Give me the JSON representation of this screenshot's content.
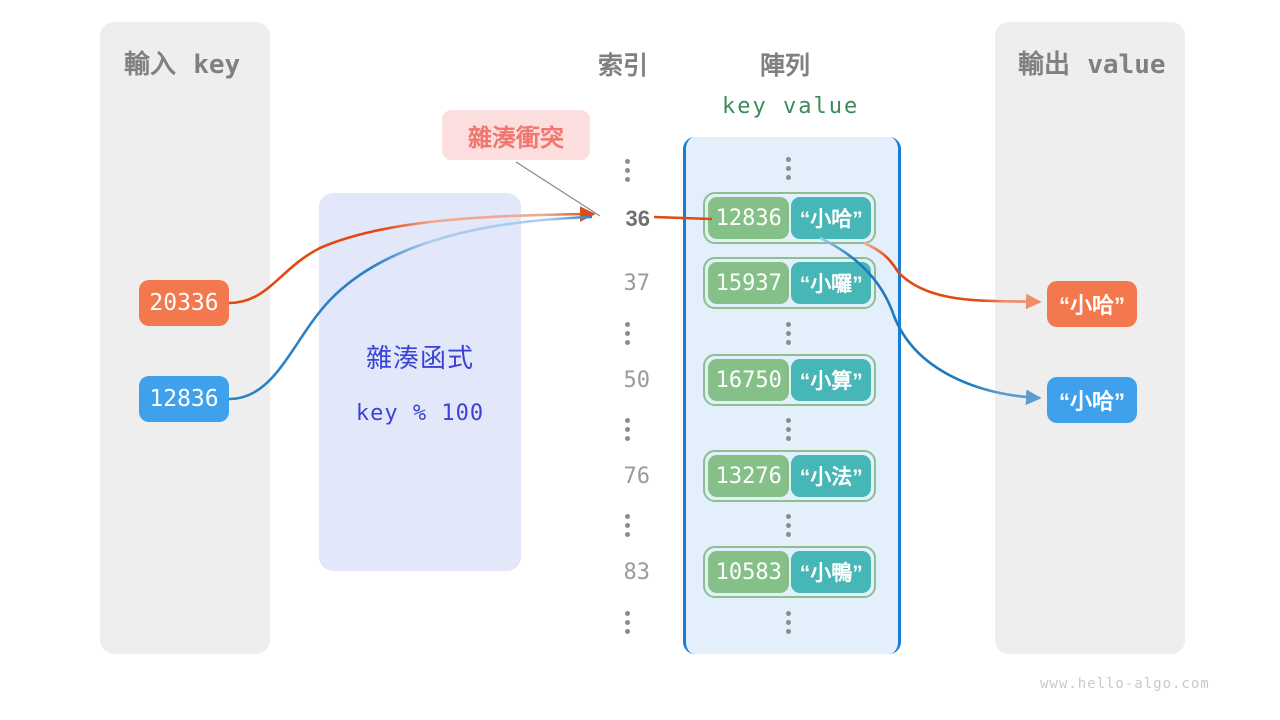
{
  "watermark": "www.hello-algo.com",
  "input_panel": {
    "title_cjk": "輸入",
    "title_mono": "key",
    "keys": [
      {
        "label": "20336",
        "color": "#f3784d"
      },
      {
        "label": "12836",
        "color": "#3fa0eb"
      }
    ]
  },
  "hash_function": {
    "title": "雜湊函式",
    "expression": "key % 100",
    "color": "#3b42d6",
    "background": "#e3e7fa"
  },
  "collision_label": {
    "text": "雜湊衝突",
    "color": "#f0766e",
    "background": "#fbdedd"
  },
  "array_section": {
    "index_header": "索引",
    "array_header": "陣列",
    "kv_header": "key  value",
    "kv_header_color": "#3c8a5a",
    "border_color": "#1a7fd4",
    "background": "#e3f0fb",
    "rows": [
      {
        "type": "gap"
      },
      {
        "type": "entry",
        "index": "36",
        "key": "12836",
        "value": "“小哈”",
        "highlight": true
      },
      {
        "type": "entry",
        "index": "37",
        "key": "15937",
        "value": "“小囉”",
        "highlight": false
      },
      {
        "type": "gap"
      },
      {
        "type": "entry",
        "index": "50",
        "key": "16750",
        "value": "“小算”",
        "highlight": false
      },
      {
        "type": "gap"
      },
      {
        "type": "entry",
        "index": "76",
        "key": "13276",
        "value": "“小法”",
        "highlight": false
      },
      {
        "type": "gap"
      },
      {
        "type": "entry",
        "index": "83",
        "key": "10583",
        "value": "“小鴨”",
        "highlight": false
      },
      {
        "type": "gap"
      }
    ],
    "key_cell_color": "#85c089",
    "value_cell_color": "#46b6b6"
  },
  "output_panel": {
    "title_cjk": "輸出",
    "title_mono": "value",
    "values": [
      {
        "label": "“小哈”",
        "color": "#f3784d"
      },
      {
        "label": "“小哈”",
        "color": "#3fa0eb"
      }
    ]
  }
}
